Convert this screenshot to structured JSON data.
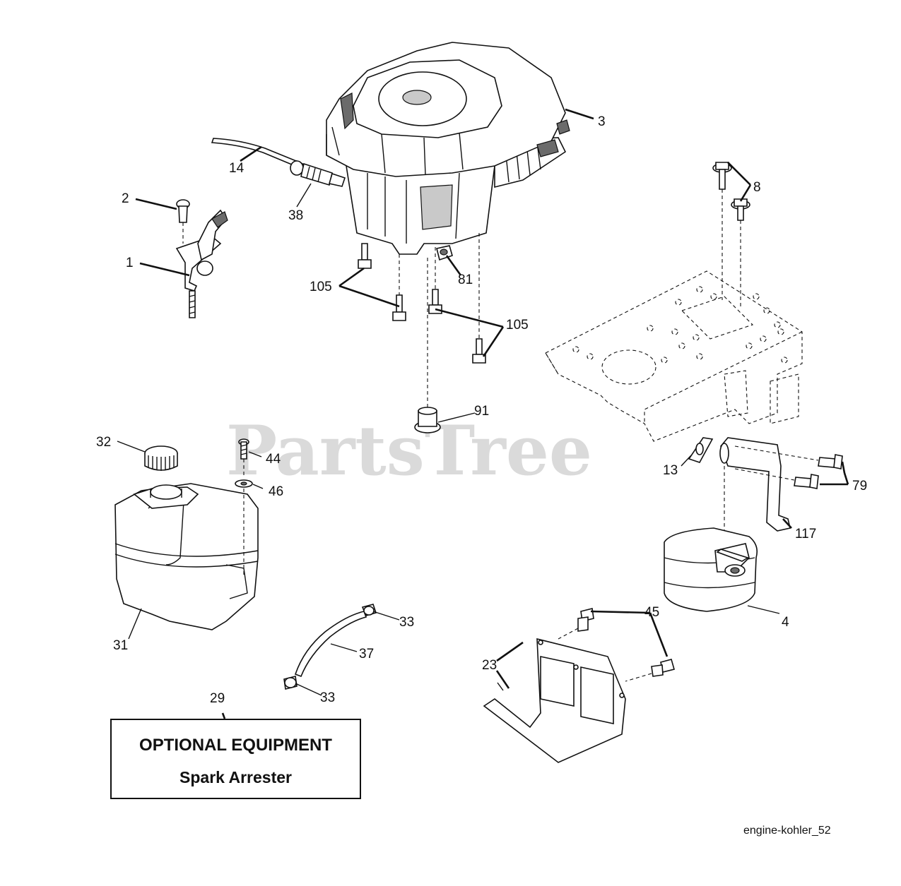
{
  "watermark": "PartsTree",
  "figure_id": "engine-kohler_52",
  "optional_box": {
    "title": "OPTIONAL EQUIPMENT",
    "subtitle": "Spark Arrester"
  },
  "callouts": {
    "c1": "1",
    "c2": "2",
    "c3": "3",
    "c4": "4",
    "c8": "8",
    "c13": "13",
    "c14": "14",
    "c23": "23",
    "c29": "29",
    "c31": "31",
    "c32": "32",
    "c33a": "33",
    "c33b": "33",
    "c37": "37",
    "c38": "38",
    "c44": "44",
    "c45": "45",
    "c46": "46",
    "c79": "79",
    "c81": "81",
    "c91": "91",
    "c105a": "105",
    "c105b": "105",
    "c117": "117"
  }
}
